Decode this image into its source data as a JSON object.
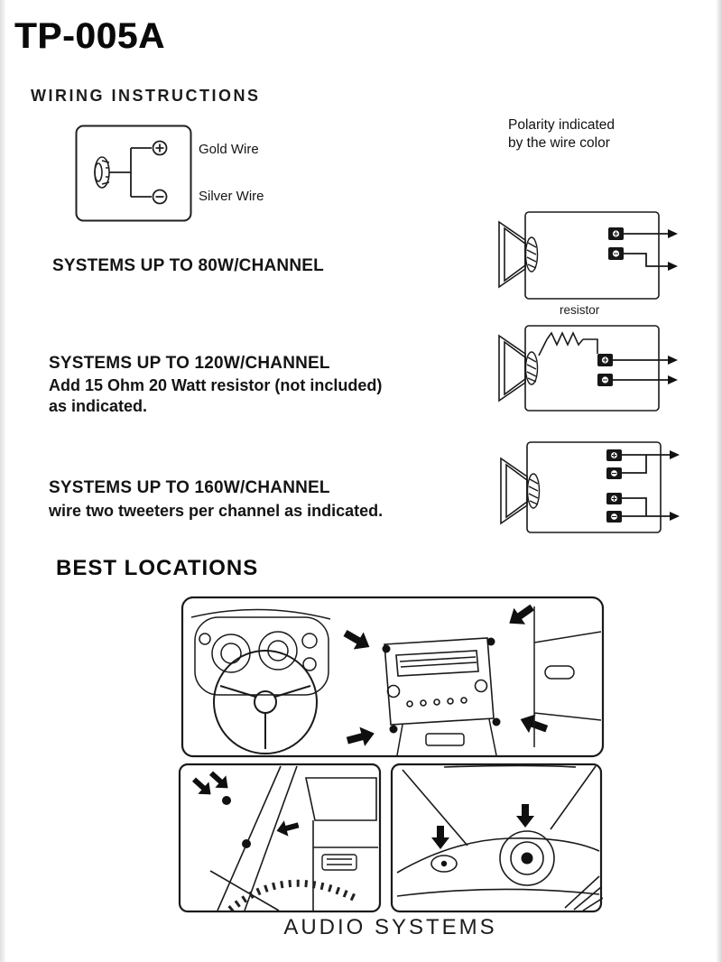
{
  "doc": {
    "model": "TP-005A",
    "footer": "AUDIO SYSTEMS"
  },
  "wiring": {
    "heading": "WIRING INSTRUCTIONS",
    "gold_wire_label": "Gold Wire",
    "silver_wire_label": "Silver Wire",
    "polarity_note": "Polarity indicated\nby the wire color"
  },
  "systems": [
    {
      "title": "SYSTEMS UP TO 80W/CHANNEL",
      "body": ""
    },
    {
      "title": "SYSTEMS UP TO 120W/CHANNEL",
      "body": "Add 15 Ohm 20 Watt resistor (not included)\nas indicated."
    },
    {
      "title": "SYSTEMS UP TO 160W/CHANNEL",
      "body": "wire two tweeters per channel as indicated."
    }
  ],
  "diagram_labels": {
    "resistor": "resistor"
  },
  "best_locations": {
    "heading": "BEST LOCATIONS"
  },
  "icons": {
    "plus_terminal": "⊕",
    "minus_terminal": "⊖",
    "location_arrow": "➤"
  },
  "colors": {
    "ink": "#1a1a1a",
    "paper": "#ffffff"
  }
}
